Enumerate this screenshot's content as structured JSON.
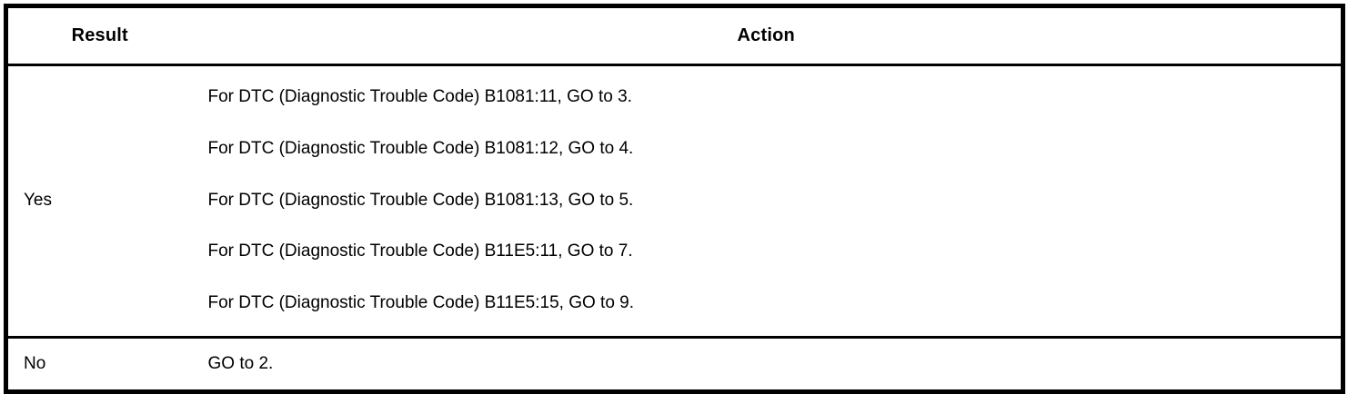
{
  "table": {
    "headers": {
      "result": "Result",
      "action": "Action"
    },
    "rows": [
      {
        "result": "Yes",
        "actions": [
          "For DTC (Diagnostic Trouble Code) B1081:11, GO to 3.",
          "For DTC (Diagnostic Trouble Code) B1081:12, GO to 4.",
          "For DTC (Diagnostic Trouble Code) B1081:13, GO to 5.",
          "For DTC (Diagnostic Trouble Code) B11E5:11, GO to 7.",
          "For DTC (Diagnostic Trouble Code) B11E5:15, GO to 9."
        ]
      },
      {
        "result": "No",
        "actions": [
          "GO to 2."
        ]
      }
    ]
  },
  "colors": {
    "border": "#000000",
    "text": "#000000",
    "background": "#ffffff"
  }
}
